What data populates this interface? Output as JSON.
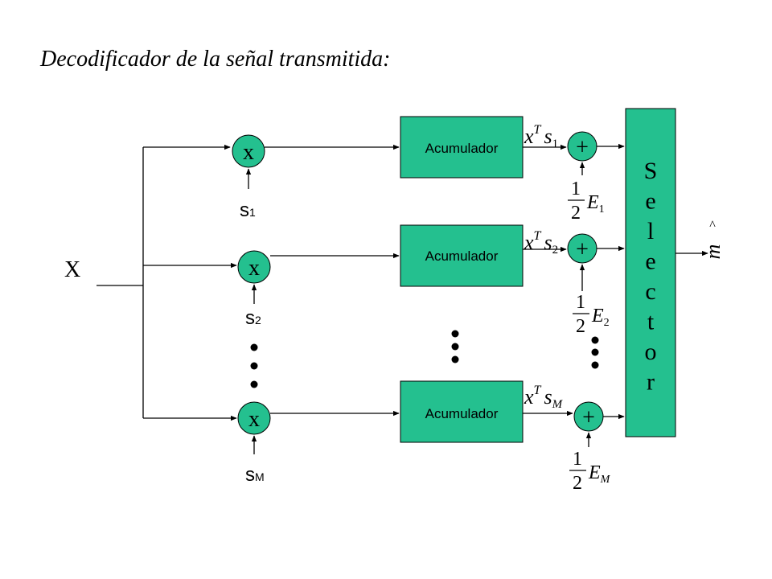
{
  "title": "Decodificador de la señal transmitida:",
  "input_label": "X",
  "multiplier_symbol": "x",
  "adder_symbol": "+",
  "accumulator_label": "Acumulador",
  "selector_letters": [
    "S",
    "e",
    "l",
    "e",
    "c",
    "t",
    "o",
    "r"
  ],
  "branches": [
    {
      "signal_base": "s",
      "signal_sub": "1",
      "product_sub": "1",
      "energy_sub": "1"
    },
    {
      "signal_base": "s",
      "signal_sub": "2",
      "product_sub": "2",
      "energy_sub": "2"
    },
    {
      "signal_base": "s",
      "signal_sub": "M",
      "product_sub": "M",
      "energy_sub": "M"
    }
  ],
  "math": {
    "product_x": "x",
    "product_T": "T",
    "product_s": "s",
    "half_num": "1",
    "half_den": "2",
    "energy_E": "E"
  },
  "output": {
    "symbol": "m",
    "hat": "^"
  },
  "colors": {
    "block_fill": "#24c08f",
    "stroke": "#000000"
  }
}
